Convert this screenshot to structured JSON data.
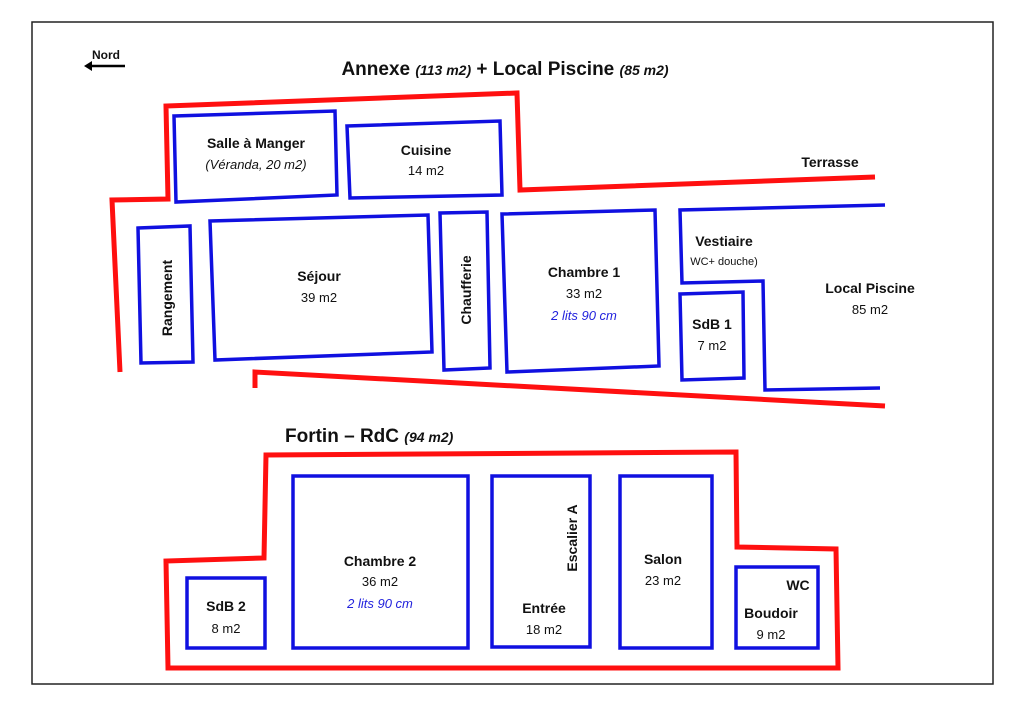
{
  "compass": {
    "label": "Nord"
  },
  "annexe": {
    "title": "Annexe",
    "title_area": "(113 m2)",
    "title_plus": "+ Local Piscine",
    "title_area2": "(85 m2)",
    "terrasse": "Terrasse",
    "rooms": {
      "salle_a_manger": {
        "name": "Salle à Manger",
        "note": "(Véranda, 20 m2)"
      },
      "cuisine": {
        "name": "Cuisine",
        "area": "14 m2"
      },
      "rangement": {
        "name": "Rangement"
      },
      "sejour": {
        "name": "Séjour",
        "area": "39 m2"
      },
      "chaufferie": {
        "name": "Chaufferie"
      },
      "chambre1": {
        "name": "Chambre 1",
        "area": "33 m2",
        "beds": "2 lits 90 cm"
      },
      "vestiaire": {
        "name": "Vestiaire",
        "note": "WC+ douche)"
      },
      "sdb1": {
        "name": "SdB 1",
        "area": "7 m2"
      },
      "local_piscine": {
        "name": "Local Piscine",
        "area": "85 m2"
      }
    }
  },
  "fortin": {
    "title": "Fortin – RdC",
    "title_area": "(94 m2)",
    "rooms": {
      "sdb2": {
        "name": "SdB 2",
        "area": "8 m2"
      },
      "chambre2": {
        "name": "Chambre 2",
        "area": "36 m2",
        "beds": "2 lits 90 cm"
      },
      "escalier": {
        "name": "Escalier A"
      },
      "entree": {
        "name": "Entrée",
        "area": "18 m2"
      },
      "salon": {
        "name": "Salon",
        "area": "23 m2"
      },
      "wc": {
        "name": "WC"
      },
      "boudoir": {
        "name": "Boudoir",
        "area": "9 m2"
      }
    }
  },
  "colors": {
    "walls": "#ff1010",
    "rooms": "#1010e0",
    "beds_text": "#2222dd"
  }
}
